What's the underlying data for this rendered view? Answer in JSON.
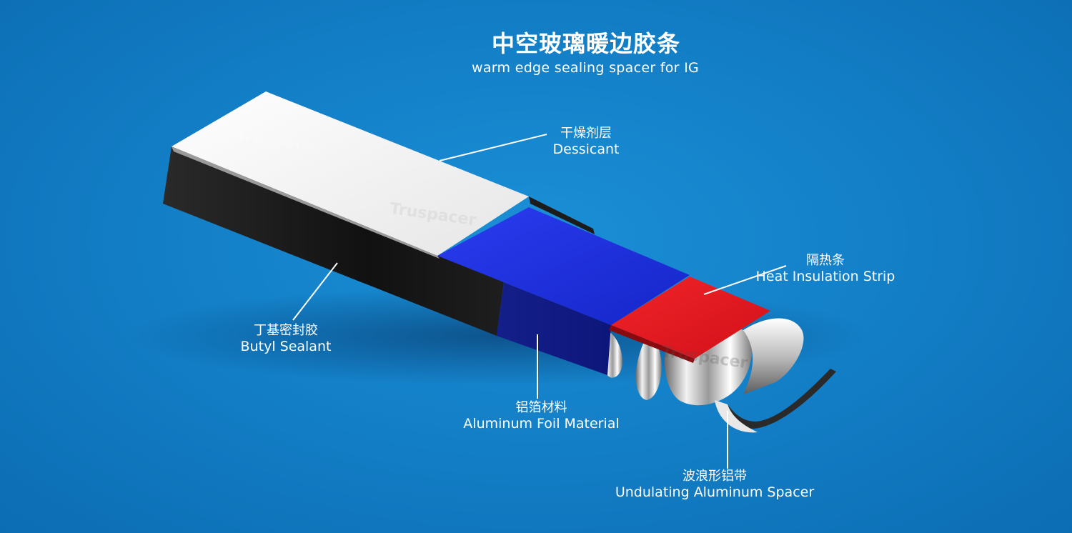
{
  "title": {
    "cn": "中空玻璃暖边胶条",
    "en": "warm edge sealing spacer for IG"
  },
  "labels": {
    "desiccant": {
      "cn": "干燥剂层",
      "en": "Dessicant"
    },
    "heat_insulation": {
      "cn": "隔热条",
      "en": "Heat Insulation Strip"
    },
    "butyl": {
      "cn": "丁基密封胶",
      "en": "Butyl Sealant"
    },
    "foil": {
      "cn": "铝箔材料",
      "en": "Aluminum Foil Material"
    },
    "spacer": {
      "cn": "波浪形铝带",
      "en": "Undulating Aluminum Spacer"
    }
  },
  "watermark": "Truspacer",
  "colors": {
    "background": "#1380c8",
    "desiccant_layer": "#f4f4f4",
    "butyl_layer": "#141414",
    "foil_layer": "#1a2fd8",
    "heat_strip": "#e8141a",
    "aluminum": "#c8c8c8",
    "leader_line": "#ffffff"
  }
}
